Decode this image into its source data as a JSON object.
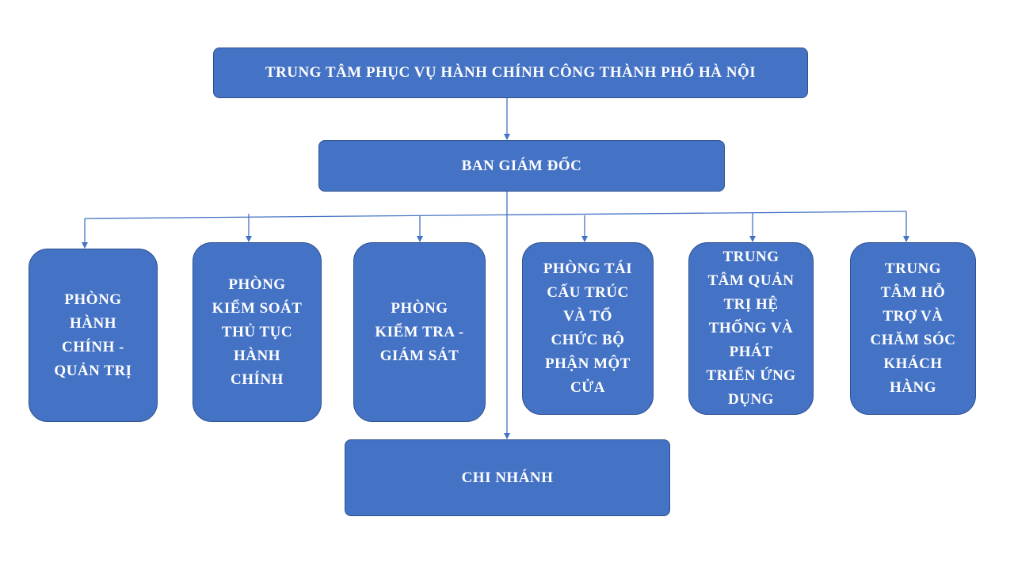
{
  "diagram": {
    "root": {
      "label": "TRUNG TÂM PHỤC VỤ HÀNH CHÍNH CÔNG THÀNH PHỐ HÀ NỘI"
    },
    "board": {
      "label": "BAN GIÁM ĐỐC"
    },
    "departments": [
      {
        "label": "PHÒNG\nHÀNH\nCHÍNH -\nQUẢN TRỊ"
      },
      {
        "label": "PHÒNG\nKIỂM SOÁT\nTHỦ TỤC\nHÀNH\nCHÍNH"
      },
      {
        "label": "PHÒNG\nKIỂM TRA -\nGIÁM SÁT"
      },
      {
        "label": "PHÒNG TÁI\nCẤU TRÚC\nVÀ TỔ\nCHỨC BỘ\nPHẬN MỘT\nCỬA"
      },
      {
        "label": "TRUNG\nTÂM QUẢN\nTRỊ HỆ\nTHỐNG VÀ\nPHÁT\nTRIỂN ỨNG\nDỤNG"
      },
      {
        "label": "TRUNG\nTÂM HỖ\nTRỢ VÀ\nCHĂM SÓC\nKHÁCH\nHÀNG"
      }
    ],
    "branch": {
      "label": "CHI NHÁNH"
    },
    "colors": {
      "box_fill": "#4472c4",
      "box_border": "#2f528f",
      "line": "#4472c4",
      "text": "#ffffff"
    }
  }
}
